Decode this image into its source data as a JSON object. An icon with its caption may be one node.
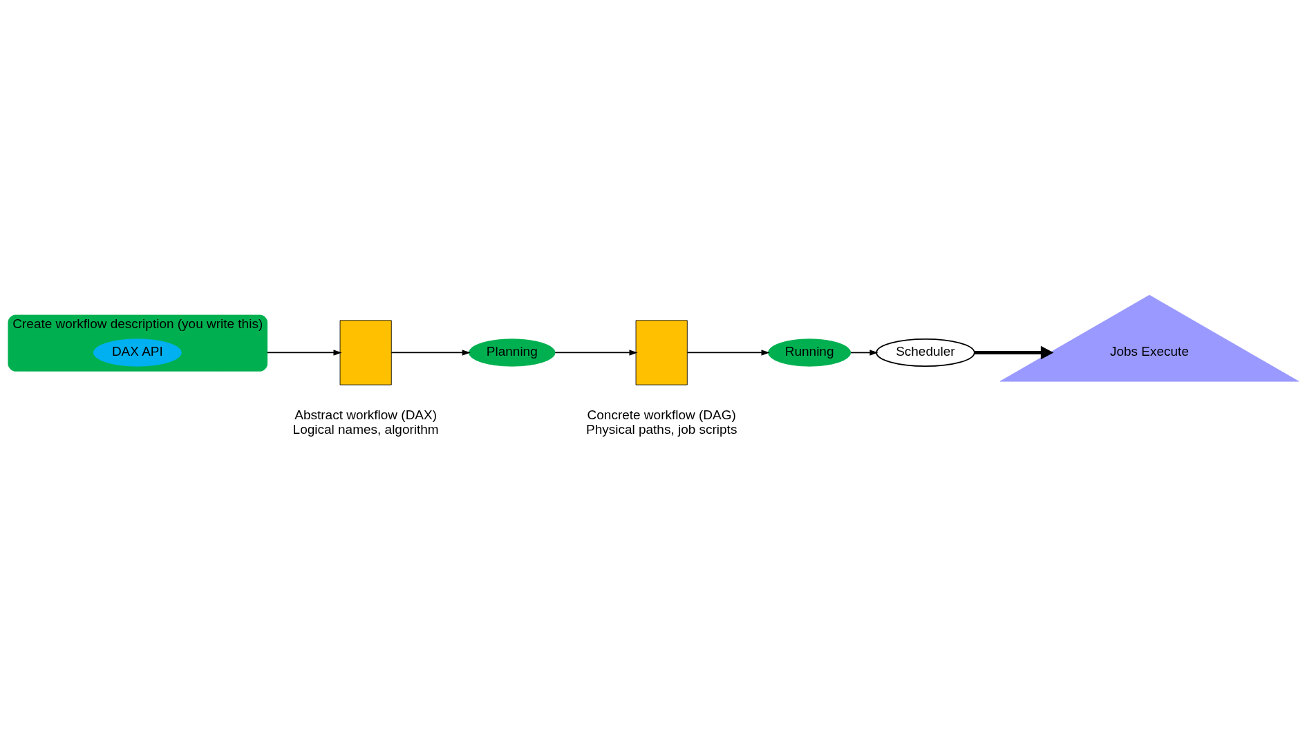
{
  "diagram": {
    "nodes": [
      {
        "text": [
          "Create workflow description (you write this)"
        ]
      },
      {
        "text": [
          "DAX API"
        ],
        "in": 0
      },
      {
        "text": [
          "Planning"
        ]
      },
      {
        "text": [
          "Running"
        ]
      },
      {
        "text": [
          "Jobs Execute"
        ]
      },
      {
        "text": [],
        "shape": "box",
        "beside": [
          "Abstract workflow (DAX)",
          "Logical names, algorithm"
        ]
      },
      {
        "text": [],
        "shape": "box",
        "beside": [
          "Concrete workflow (DAG)",
          "Physical paths, job scripts"
        ]
      },
      {
        "text": [
          "Scheduler"
        ]
      }
    ],
    "edges": [
      {
        "from": 0,
        "to": 5,
        "arrow": "to"
      },
      {
        "from": 5,
        "to": 2,
        "arrow": "to"
      },
      {
        "from": 2,
        "to": 6,
        "arrow": "to"
      },
      {
        "from": 6,
        "to": 3,
        "arrow": "to"
      },
      {
        "from": 3,
        "to": 7,
        "arrow": "to"
      },
      {
        "from": 7,
        "to": 4,
        "arrow": "to",
        "style": "thick"
      }
    ]
  }
}
